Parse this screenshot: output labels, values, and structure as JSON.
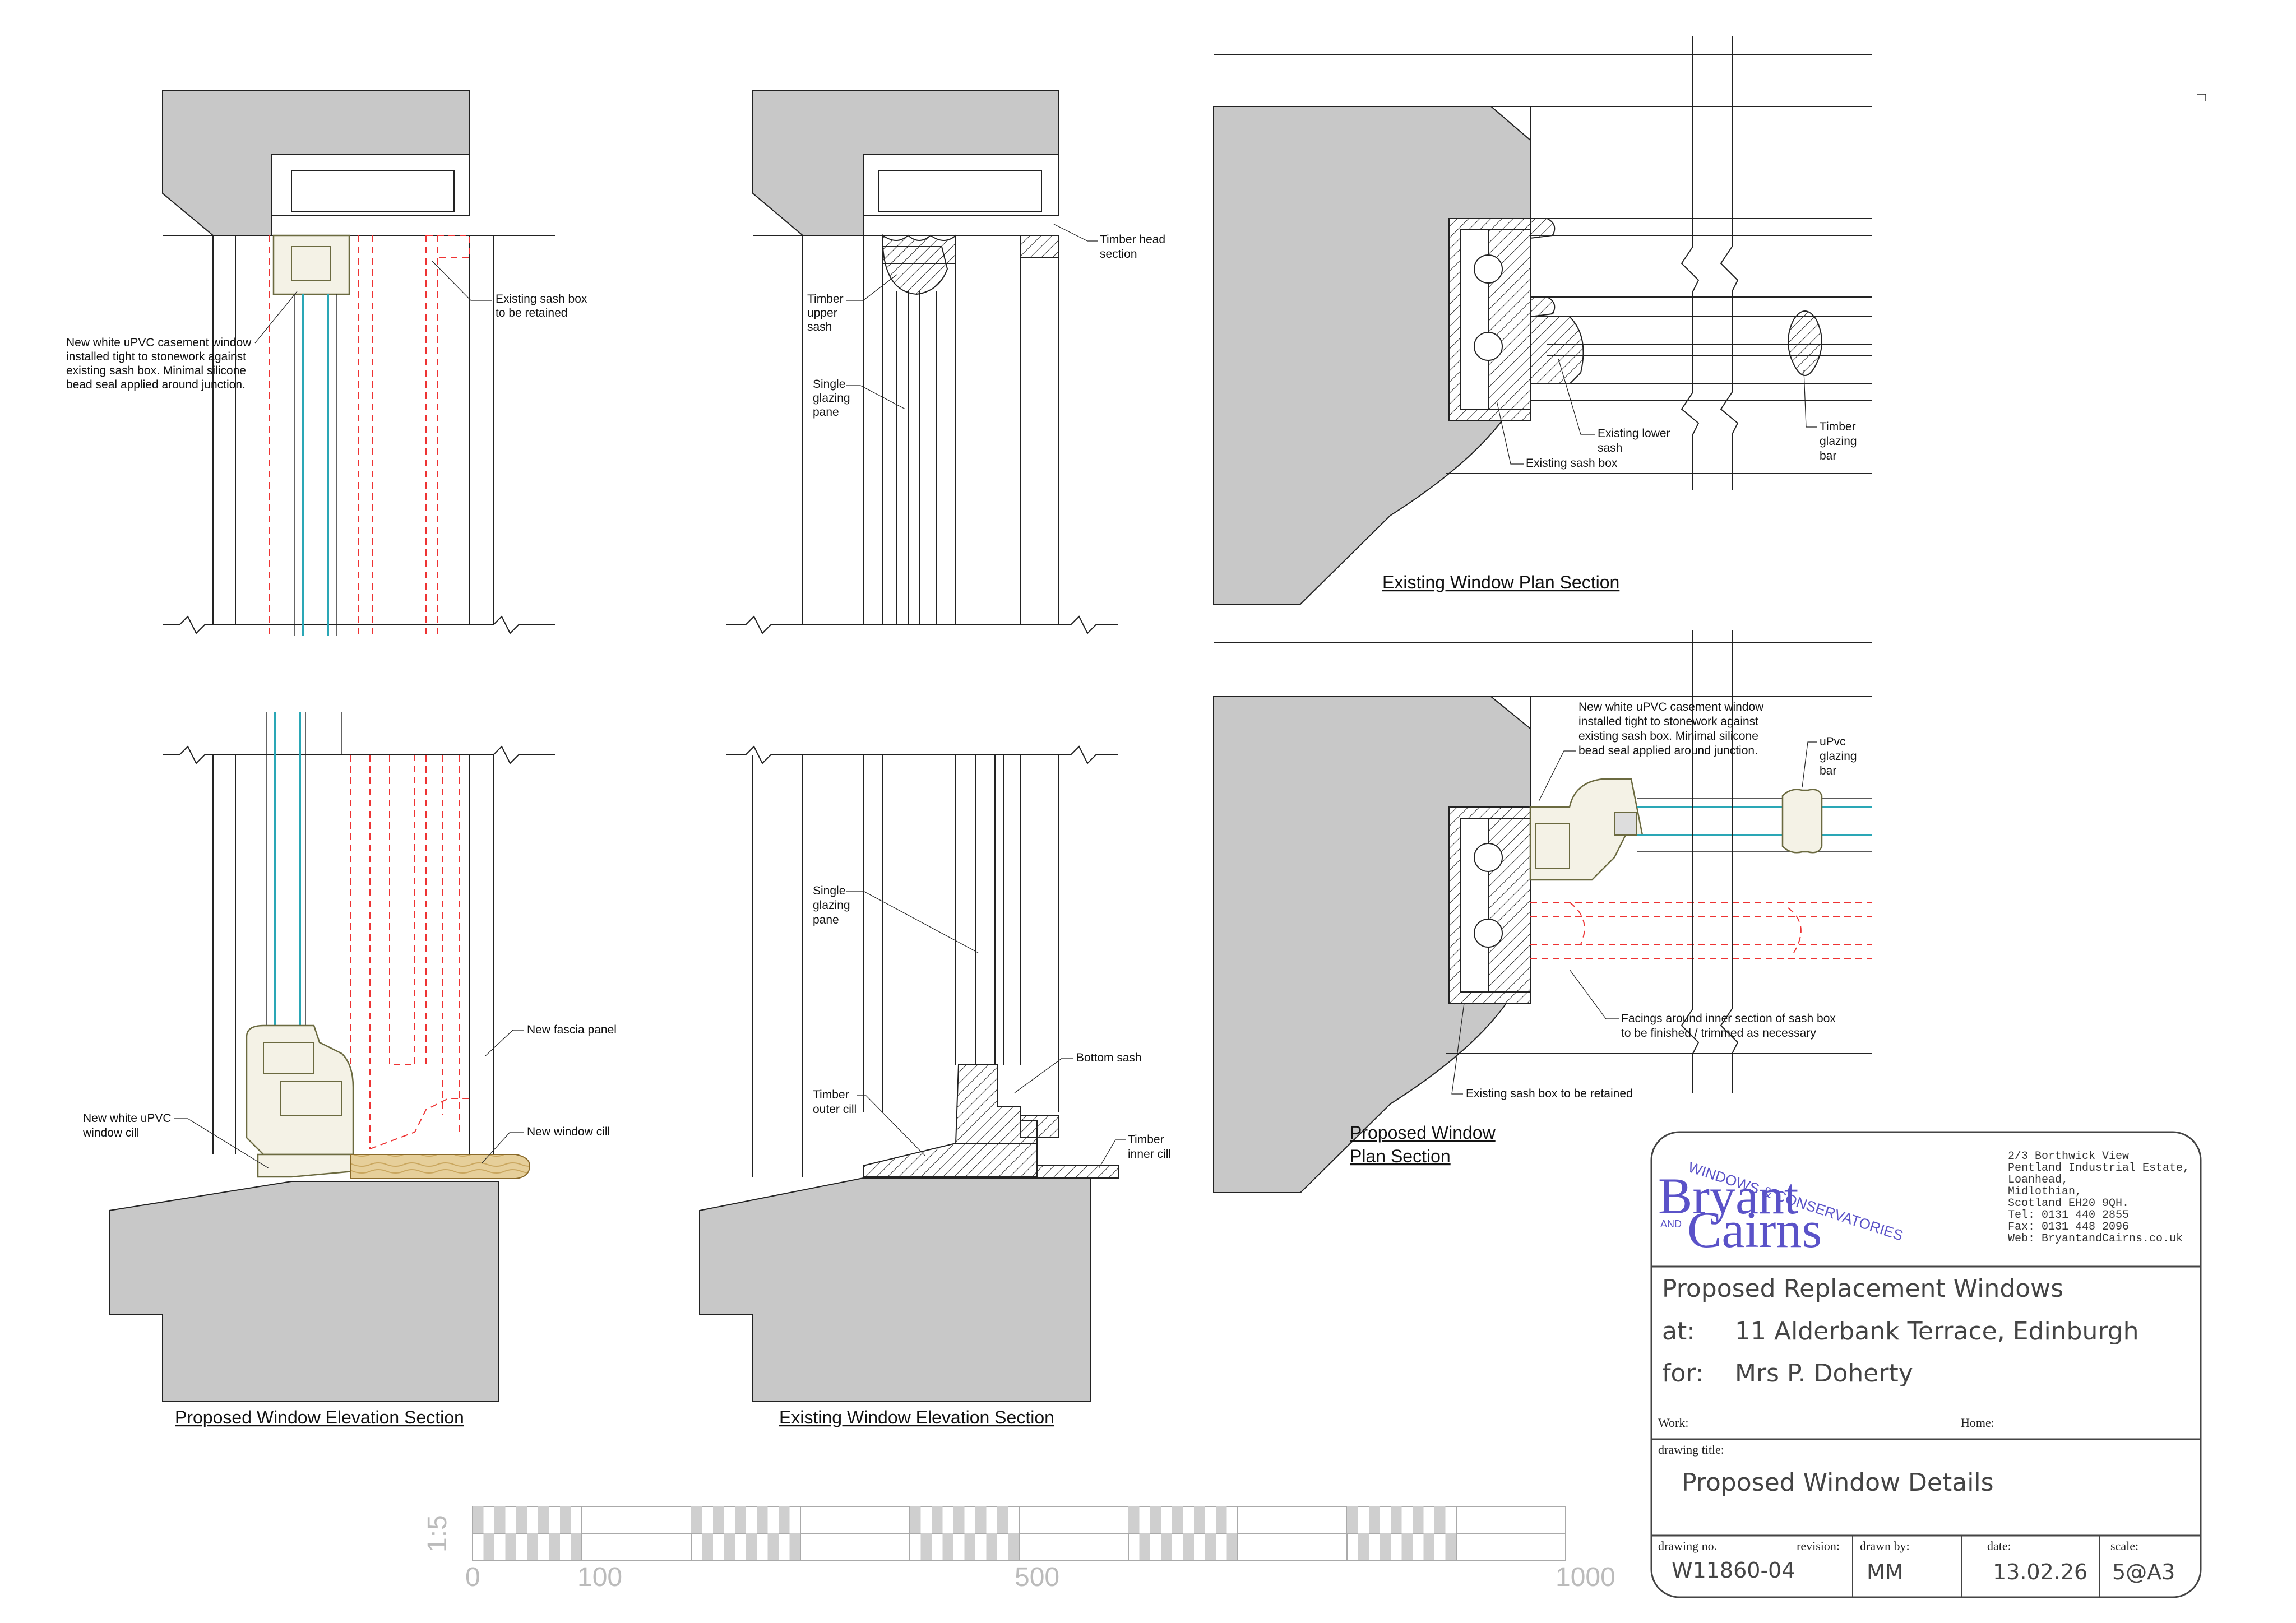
{
  "views": {
    "proposed_elevation": {
      "title": "Proposed Window Elevation Section",
      "notes": {
        "casement_1": "New white uPVC casement window",
        "casement_2": "installed tight to stonework against",
        "casement_3": "existing sash box. Minimal silicone",
        "casement_4": "bead seal applied around junction.",
        "sashbox_1": "Existing sash box",
        "sashbox_2": "to be retained",
        "fascia": "New fascia panel",
        "cill_1": "New white uPVC",
        "cill_2": "window cill",
        "new_cill": "New window cill"
      }
    },
    "existing_elevation": {
      "title": "Existing Window Elevation Section",
      "notes": {
        "head_1": "Timber head",
        "head_2": "section",
        "upper_1": "Timber",
        "upper_2": "upper",
        "upper_3": "sash",
        "pane_a_1": "Single",
        "pane_a_2": "glazing",
        "pane_a_3": "pane",
        "pane_b_1": "Single",
        "pane_b_2": "glazing",
        "pane_b_3": "pane",
        "bottom_sash": "Bottom sash",
        "outer_1": "Timber",
        "outer_2": "outer cill",
        "inner_1": "Timber",
        "inner_2": "inner cill"
      }
    },
    "existing_plan": {
      "title": "Existing Window Plan Section",
      "notes": {
        "lower_1": "Existing lower",
        "lower_2": "sash",
        "sashbox": "Existing sash box",
        "bar_1": "Timber",
        "bar_2": "glazing",
        "bar_3": "bar"
      }
    },
    "proposed_plan": {
      "title_1": "Proposed Window",
      "title_2": "Plan Section",
      "notes": {
        "casement_1": "New white uPVC casement window",
        "casement_2": "installed tight to stonework against",
        "casement_3": "existing sash box. Minimal silicone",
        "casement_4": "bead seal applied around junction.",
        "bar_1": "uPvc",
        "bar_2": "glazing",
        "bar_3": "bar",
        "facings_1": "Facings around inner section of sash box",
        "facings_2": "to be finished / trimmed as necessary",
        "sashbox": "Existing sash box to be retained"
      }
    }
  },
  "scale_bar": {
    "ratio": "1:5",
    "labels": [
      "0",
      "100",
      "500",
      "1000"
    ]
  },
  "title_block": {
    "logo_top": "WINDOWS & CONSERVATORIES",
    "logo_1": "Bryant",
    "logo_and": "AND",
    "logo_2": "Cairns",
    "address": [
      "2/3 Borthwick View",
      "Pentland Industrial Estate,",
      "Loanhead,",
      "Midlothian,",
      "Scotland  EH20  9QH.",
      "Tel: 0131  440  2855",
      "Fax: 0131  448  2096",
      "Web: BryantandCairns.co.uk"
    ],
    "project": "Proposed  Replacement  Windows",
    "at_label": "at:",
    "at_value": "11  Alderbank  Terrace,  Edinburgh",
    "for_label": "for:",
    "for_value": "Mrs  P.  Doherty",
    "work_label": "Work:",
    "home_label": "Home:",
    "drawing_title_label": "drawing  title:",
    "drawing_title": "Proposed  Window  Details",
    "drawing_no_label": "drawing  no.",
    "revision_label": "revision:",
    "drawing_no": "W11860-04",
    "drawn_by_label": "drawn  by:",
    "drawn_by": "MM",
    "date_label": "date:",
    "date": "13.02.26",
    "scale_label": "scale:",
    "scale": "5@A3"
  },
  "colors": {
    "stone": "#c8c8c8",
    "dashed_outline": "#e33333",
    "glass": "#2aa7b6",
    "logo": "#5a52c8"
  }
}
